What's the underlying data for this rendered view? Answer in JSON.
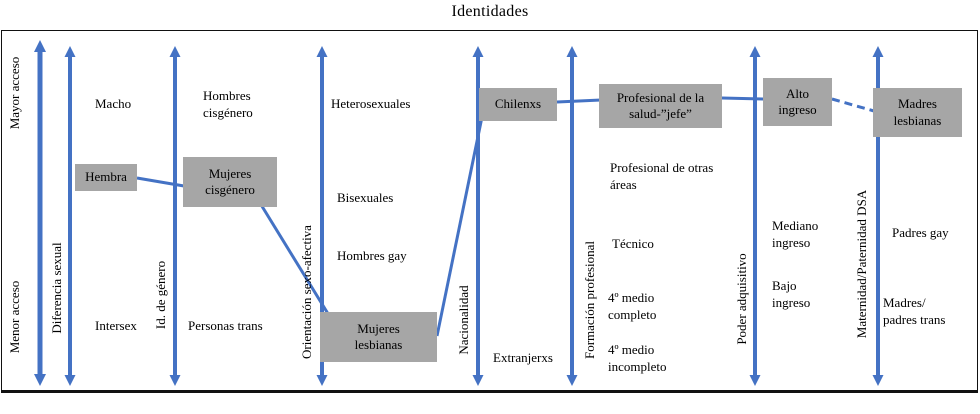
{
  "title": "Identidades",
  "access": {
    "high": "Mayor acceso",
    "low": "Menor acceso"
  },
  "colors": {
    "arrow_blue": "#4472C4",
    "box_gray": "#A6A6A6"
  },
  "axes": [
    {
      "label": "Diferencia sexual",
      "items": [
        {
          "label": "Macho",
          "highlighted": false
        },
        {
          "label": "Hembra",
          "highlighted": true
        },
        {
          "label": "Intersex",
          "highlighted": false
        }
      ]
    },
    {
      "label": "Id. de género",
      "items": [
        {
          "label": "Hombres cisgénero",
          "highlighted": false
        },
        {
          "label": "Mujeres cisgénero",
          "highlighted": true
        },
        {
          "label": "Personas trans",
          "highlighted": false
        }
      ]
    },
    {
      "label": "Orientación sexo-afectiva",
      "items": [
        {
          "label": "Heterosexuales",
          "highlighted": false
        },
        {
          "label": "Bisexuales",
          "highlighted": false
        },
        {
          "label": "Hombres gay",
          "highlighted": false
        },
        {
          "label": "Mujeres lesbianas",
          "highlighted": true
        }
      ]
    },
    {
      "label": "Nacionalidad",
      "items": [
        {
          "label": "Chilenxs",
          "highlighted": true
        },
        {
          "label": "Extranjerxs",
          "highlighted": false
        }
      ]
    },
    {
      "label": "Formación profesional",
      "items": [
        {
          "label": "Profesional de la salud-”jefe”",
          "highlighted": true
        },
        {
          "label": "Profesional de otras áreas",
          "highlighted": false
        },
        {
          "label": "Técnico",
          "highlighted": false
        },
        {
          "label": "4º medio completo",
          "highlighted": false
        },
        {
          "label": "4º medio incompleto",
          "highlighted": false
        }
      ]
    },
    {
      "label": "Poder adquisitivo",
      "items": [
        {
          "label": "Alto ingreso",
          "highlighted": true
        },
        {
          "label": "Mediano ingreso",
          "highlighted": false
        },
        {
          "label": "Bajo ingreso",
          "highlighted": false
        }
      ]
    },
    {
      "label": "Maternidad/Paternidad DSA",
      "items": [
        {
          "label": "Madres lesbianas",
          "highlighted": true
        },
        {
          "label": "Padres gay",
          "highlighted": false
        },
        {
          "label": "Madres/padres trans",
          "lines": [
            "Madres/",
            "padres trans"
          ],
          "highlighted": false
        }
      ]
    }
  ],
  "connections": [
    {
      "from": "Hembra",
      "to": "Mujeres cisgénero",
      "style": "solid"
    },
    {
      "from": "Mujeres cisgénero",
      "to": "Mujeres lesbianas",
      "style": "solid"
    },
    {
      "from": "Mujeres lesbianas",
      "to": "Chilenxs",
      "style": "solid"
    },
    {
      "from": "Chilenxs",
      "to": "Profesional de la salud-”jefe”",
      "style": "solid"
    },
    {
      "from": "Profesional de la salud-”jefe”",
      "to": "Alto ingreso",
      "style": "solid"
    },
    {
      "from": "Alto ingreso",
      "to": "Madres lesbianas",
      "style": "dashed"
    }
  ]
}
